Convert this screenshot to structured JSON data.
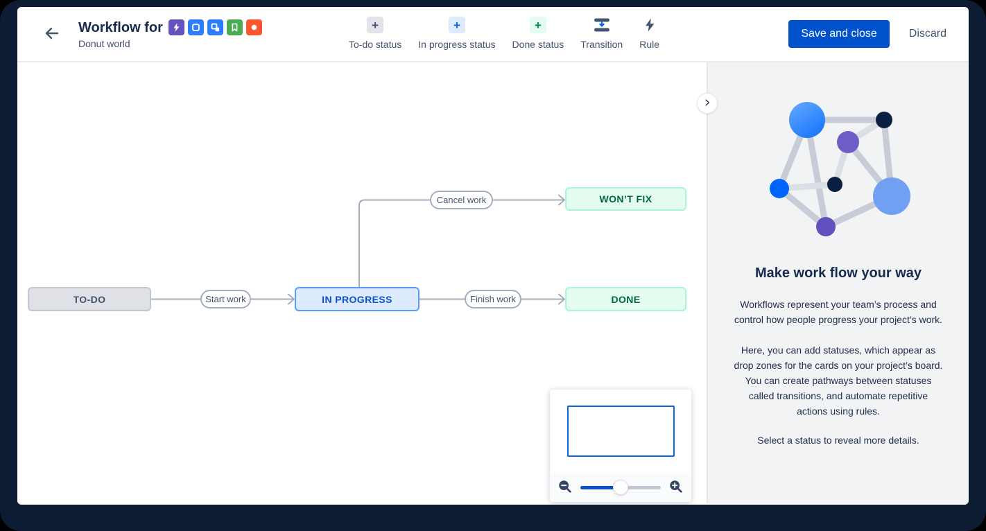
{
  "palette": {
    "frame": "#0d1b33",
    "primary_blue": "#0052CC",
    "heading_text": "#172B4D",
    "muted_text": "#44546F",
    "connector_line": "#A5ADBA",
    "todo_bg": "#DFE1E6",
    "todo_border": "#C1C7D0",
    "inprogress_bg": "#DEEBFF",
    "inprogress_border": "#579DFF",
    "inprogress_text": "#0952CC",
    "done_bg": "#E3FCEF",
    "done_border": "#ABF5D1",
    "done_text": "#006644",
    "sidebar_bg": "#F2F3F5",
    "minimap_viewport_border": "#0C66E4"
  },
  "header": {
    "title": "Workflow for",
    "subtitle": "Donut world",
    "project_icons": [
      {
        "name": "avatar-bolt-icon",
        "color": "#6554C0"
      },
      {
        "name": "avatar-square-icon",
        "color": "#2684FF"
      },
      {
        "name": "avatar-subtask-icon",
        "color": "#2684FF"
      },
      {
        "name": "avatar-bookmark-icon",
        "color": "#4BAD52"
      },
      {
        "name": "avatar-circle-icon",
        "color": "#FF5630"
      }
    ],
    "toolbar": [
      {
        "label": "To-do status",
        "icon": "plus-gray"
      },
      {
        "label": "In progress status",
        "icon": "plus-blue"
      },
      {
        "label": "Done status",
        "icon": "plus-green"
      },
      {
        "label": "Transition",
        "icon": "transition"
      },
      {
        "label": "Rule",
        "icon": "lightning"
      }
    ],
    "save_label": "Save and close",
    "discard_label": "Discard"
  },
  "workflow": {
    "statuses": [
      {
        "label": "TO-DO",
        "category": "todo"
      },
      {
        "label": "IN PROGRESS",
        "category": "inprogress"
      },
      {
        "label": "DONE",
        "category": "done"
      },
      {
        "label": "WON’T FIX",
        "category": "done"
      }
    ],
    "transitions": [
      {
        "label": "Start work",
        "from": "TO-DO",
        "to": "IN PROGRESS"
      },
      {
        "label": "Finish work",
        "from": "IN PROGRESS",
        "to": "DONE"
      },
      {
        "label": "Cancel work",
        "from": "IN PROGRESS",
        "to": "WON’T FIX"
      }
    ]
  },
  "minimap": {
    "slider_position": "50%"
  },
  "sidebar": {
    "heading": "Make work flow your way",
    "paragraphs": [
      "Workflows represent your team’s process and control how people progress your project’s work.",
      "Here, you can add statuses, which appear as drop zones for the cards on your project’s board. You can create pathways between statuses called transitions, and automate repetitive actions using rules.",
      "Select a status to reveal more details."
    ]
  }
}
